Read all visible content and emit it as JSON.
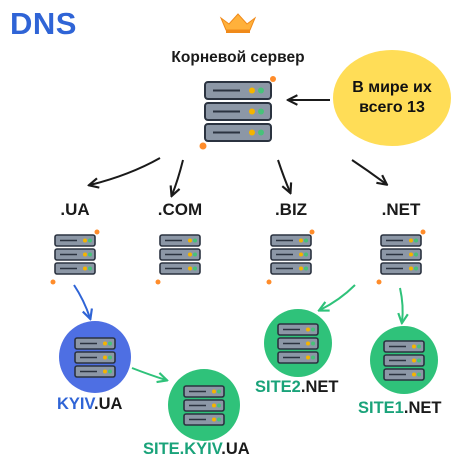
{
  "title": "DNS",
  "root": {
    "label": "Корневой сервер"
  },
  "bubble": {
    "line1": "В мире их",
    "line2": "всего 13"
  },
  "tlds": [
    {
      "label": ".UA"
    },
    {
      "label": ".COM"
    },
    {
      "label": ".BIZ"
    },
    {
      "label": ".NET"
    }
  ],
  "sites": {
    "kyiv": {
      "prefix": "KYIV",
      "suffix": ".UA"
    },
    "site_kyiv": {
      "prefix": "SITE.KYIV",
      "suffix": ".UA"
    },
    "site2": {
      "prefix": "SITE2",
      "suffix": ".NET"
    },
    "site1": {
      "prefix": "SITE1",
      "suffix": ".NET"
    }
  },
  "colors": {
    "blue": "#2f64d6",
    "green": "#2fc27a",
    "yellow": "#ffdd57",
    "orange": "#ff8c2a",
    "server_body": "#7b8796",
    "server_dark": "#3a4350"
  },
  "icons": [
    "crown-icon",
    "server-icon",
    "arrow-icon"
  ]
}
